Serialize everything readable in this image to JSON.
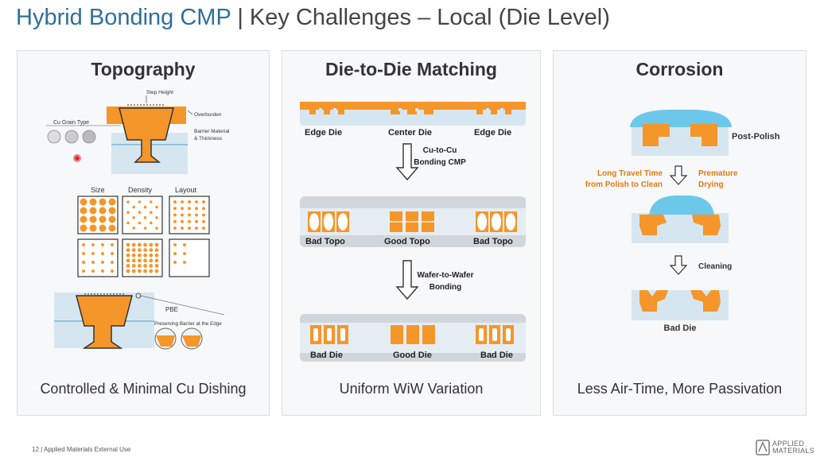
{
  "slide": {
    "title_main": "Hybrid Bonding CMP",
    "title_rest": " | Key Challenges – Local  (Die Level)",
    "footer": "12   |  Applied Materials External Use",
    "logo_line1": "APPLIED",
    "logo_line2": "MATERIALS"
  },
  "colors": {
    "accent_title": "#2e6f9a",
    "copper": "#f5962a",
    "substrate": "#d6e6f0",
    "liquid": "#6cc8ea",
    "label_orange": "#e07a10"
  },
  "panels": {
    "topography": {
      "title": "Topography",
      "caption": "Controlled & Minimal Cu Dishing",
      "step_height": "Step Height",
      "overburden": "Overburden",
      "barrier": "Barrier Material",
      "thickness": "& Thickness",
      "grain_type": "Cu Grain Type",
      "size": "Size",
      "density": "Density",
      "layout": "Layout",
      "pbe": "PBE",
      "pbe_desc": "Preserving Barrier at the Edge"
    },
    "die_matching": {
      "title": "Die-to-Die Matching",
      "caption": "Uniform WiW Variation",
      "edge_die": "Edge Die",
      "center_die": "Center Die",
      "step1_l1": "Cu-to-Cu",
      "step1_l2": "Bonding CMP",
      "bad_topo": "Bad Topo",
      "good_topo": "Good Topo",
      "step2_l1": "Wafer-to-Wafer",
      "step2_l2": "Bonding",
      "bad_die": "Bad Die",
      "good_die": "Good Die"
    },
    "corrosion": {
      "title": "Corrosion",
      "caption": "Less Air-Time, More Passivation",
      "post_polish": "Post-Polish",
      "long_travel_l1": "Long Travel Time",
      "long_travel_l2": "from Polish to Clean",
      "premature_l1": "Premature",
      "premature_l2": "Drying",
      "cleaning": "Cleaning",
      "bad_die": "Bad Die"
    }
  }
}
